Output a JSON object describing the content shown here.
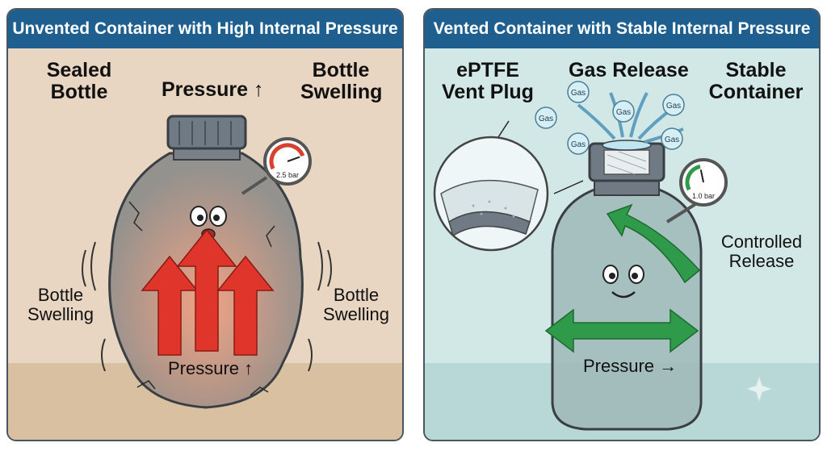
{
  "left": {
    "title": "Unvented Container with High Internal Pressure",
    "sealed_label": "Sealed Bottle",
    "pressure_top": "Pressure",
    "swelling_top": "Bottle Swelling",
    "swelling_left": "Bottle Swelling",
    "swelling_right": "Bottle Swelling",
    "pressure_inside": "Pressure",
    "gauge": {
      "reading": "2.5 bar",
      "level": 0.8,
      "color": "#d84030"
    }
  },
  "right": {
    "title": "Vented Container with Stable Internal Pressure",
    "vent_label": "ePTFE Vent Plug",
    "gas_release": "Gas Release",
    "stable_label": "Stable Container",
    "controlled_label": "Controlled Release",
    "pressure_inside": "Pressure",
    "gas_bubbles": [
      "Gas",
      "Gas",
      "Gas",
      "Gas",
      "Gas",
      "Gas"
    ],
    "gauge": {
      "reading": "1.0 bar",
      "level": 0.45,
      "color": "#2f9a4a"
    }
  },
  "colors": {
    "banner": "#1f5f8f",
    "pressure_red": "#e0352b",
    "pressure_green": "#2f9a4a"
  }
}
